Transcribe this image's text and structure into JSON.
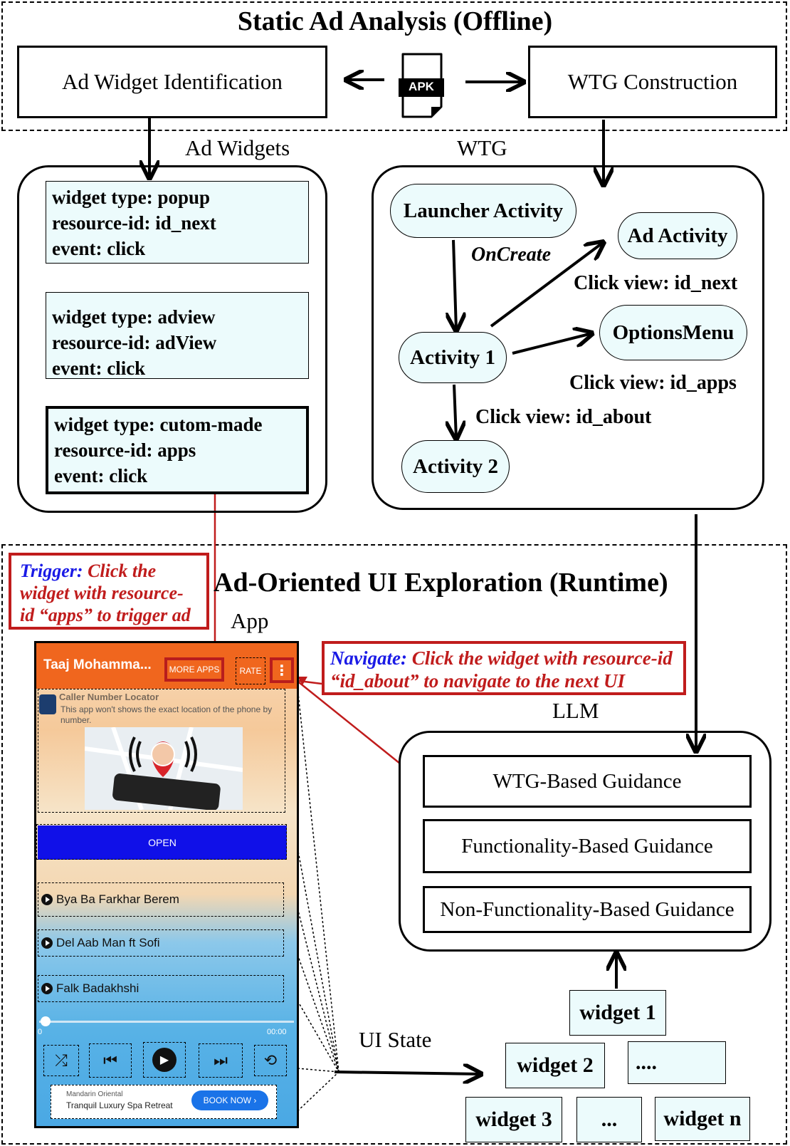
{
  "static": {
    "title": "Static Ad Analysis (Offline)",
    "ad_widget_identification": "Ad Widget Identification",
    "apk_label": "APK",
    "wtg_construction": "WTG Construction",
    "ad_widgets_label": "Ad Widgets",
    "wtg_label": "WTG"
  },
  "widget_cards": [
    {
      "lines": [
        "widget type: popup",
        "resource-id: id_next",
        "event: click"
      ]
    },
    {
      "lines": [
        "widget type: adview",
        "resource-id: adView",
        "event: click"
      ]
    },
    {
      "lines": [
        "widget type: cutom-made",
        "resource-id: apps",
        "event: click"
      ]
    }
  ],
  "wtg": {
    "launcher": "Launcher Activity",
    "ad_activity": "Ad Activity",
    "on_create": "OnCreate",
    "click_next": "Click view: id_next",
    "options_menu": "OptionsMenu",
    "activity1": "Activity 1",
    "click_apps": "Click view: id_apps",
    "click_about": "Click view: id_about",
    "activity2": "Activity 2"
  },
  "runtime": {
    "title": "Ad-Oriented UI Exploration (Runtime)",
    "app_label": "App",
    "trigger": {
      "prefix": "Trigger:",
      "line1_rest": " Click the",
      "line2": "widget with resource-",
      "line3": "id “apps” to trigger ad"
    },
    "navigate": {
      "prefix": "Navigate:",
      "line1_rest": " Click the widget with resource-id",
      "line2": "“id_about” to navigate to the next UI"
    },
    "llm_label": "LLM",
    "guidance": [
      "WTG-Based Guidance",
      "Functionality-Based Guidance",
      "Non-Functionality-Based Guidance"
    ],
    "ui_state_label": "UI State",
    "widgets": [
      "widget 1",
      "widget 2",
      "....",
      "widget 3",
      "...",
      "widget n"
    ]
  },
  "phone": {
    "title": "Taaj Mohamma...",
    "more_apps": "MORE APPS",
    "rate": "RATE",
    "ad_title": "Caller Number Locator",
    "ad_desc": "This app won't shows the exact location of the phone by number.",
    "open": "OPEN",
    "songs": [
      "Bya Ba Farkhar Berem",
      "Del Aab Man ft Sofi",
      "Falk Badakhshi"
    ],
    "time_start": "0",
    "time_end": "00:00",
    "banner_brand": "Mandarin Oriental",
    "banner_text": "Tranquil Luxury Spa Retreat",
    "banner_button": "BOOK NOW ›"
  },
  "colors": {
    "trigger_red": "#c01c1c",
    "prefix_blue": "#1a1ae6",
    "card_fill": "#ecfbfc",
    "phone_header": "#f0661e",
    "open_button": "#1010e8"
  }
}
